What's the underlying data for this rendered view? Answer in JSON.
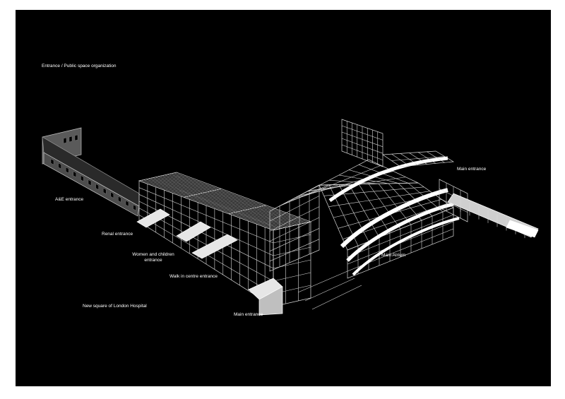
{
  "title": "Entrance / Public space organization",
  "labels": {
    "ae": "A&E entrance",
    "renal": "Renal entrance",
    "women_1": "Women and children",
    "women_2": "entrance",
    "walkin": "Walk in centre entrance",
    "square": "New square of London Hospital",
    "main_bottom": "Main entrance",
    "main_top": "Main entrance",
    "atrium": "Main Atrium"
  },
  "colors": {
    "background": "#000000",
    "frame": "#ffffff",
    "line": "#d8d8d8"
  }
}
